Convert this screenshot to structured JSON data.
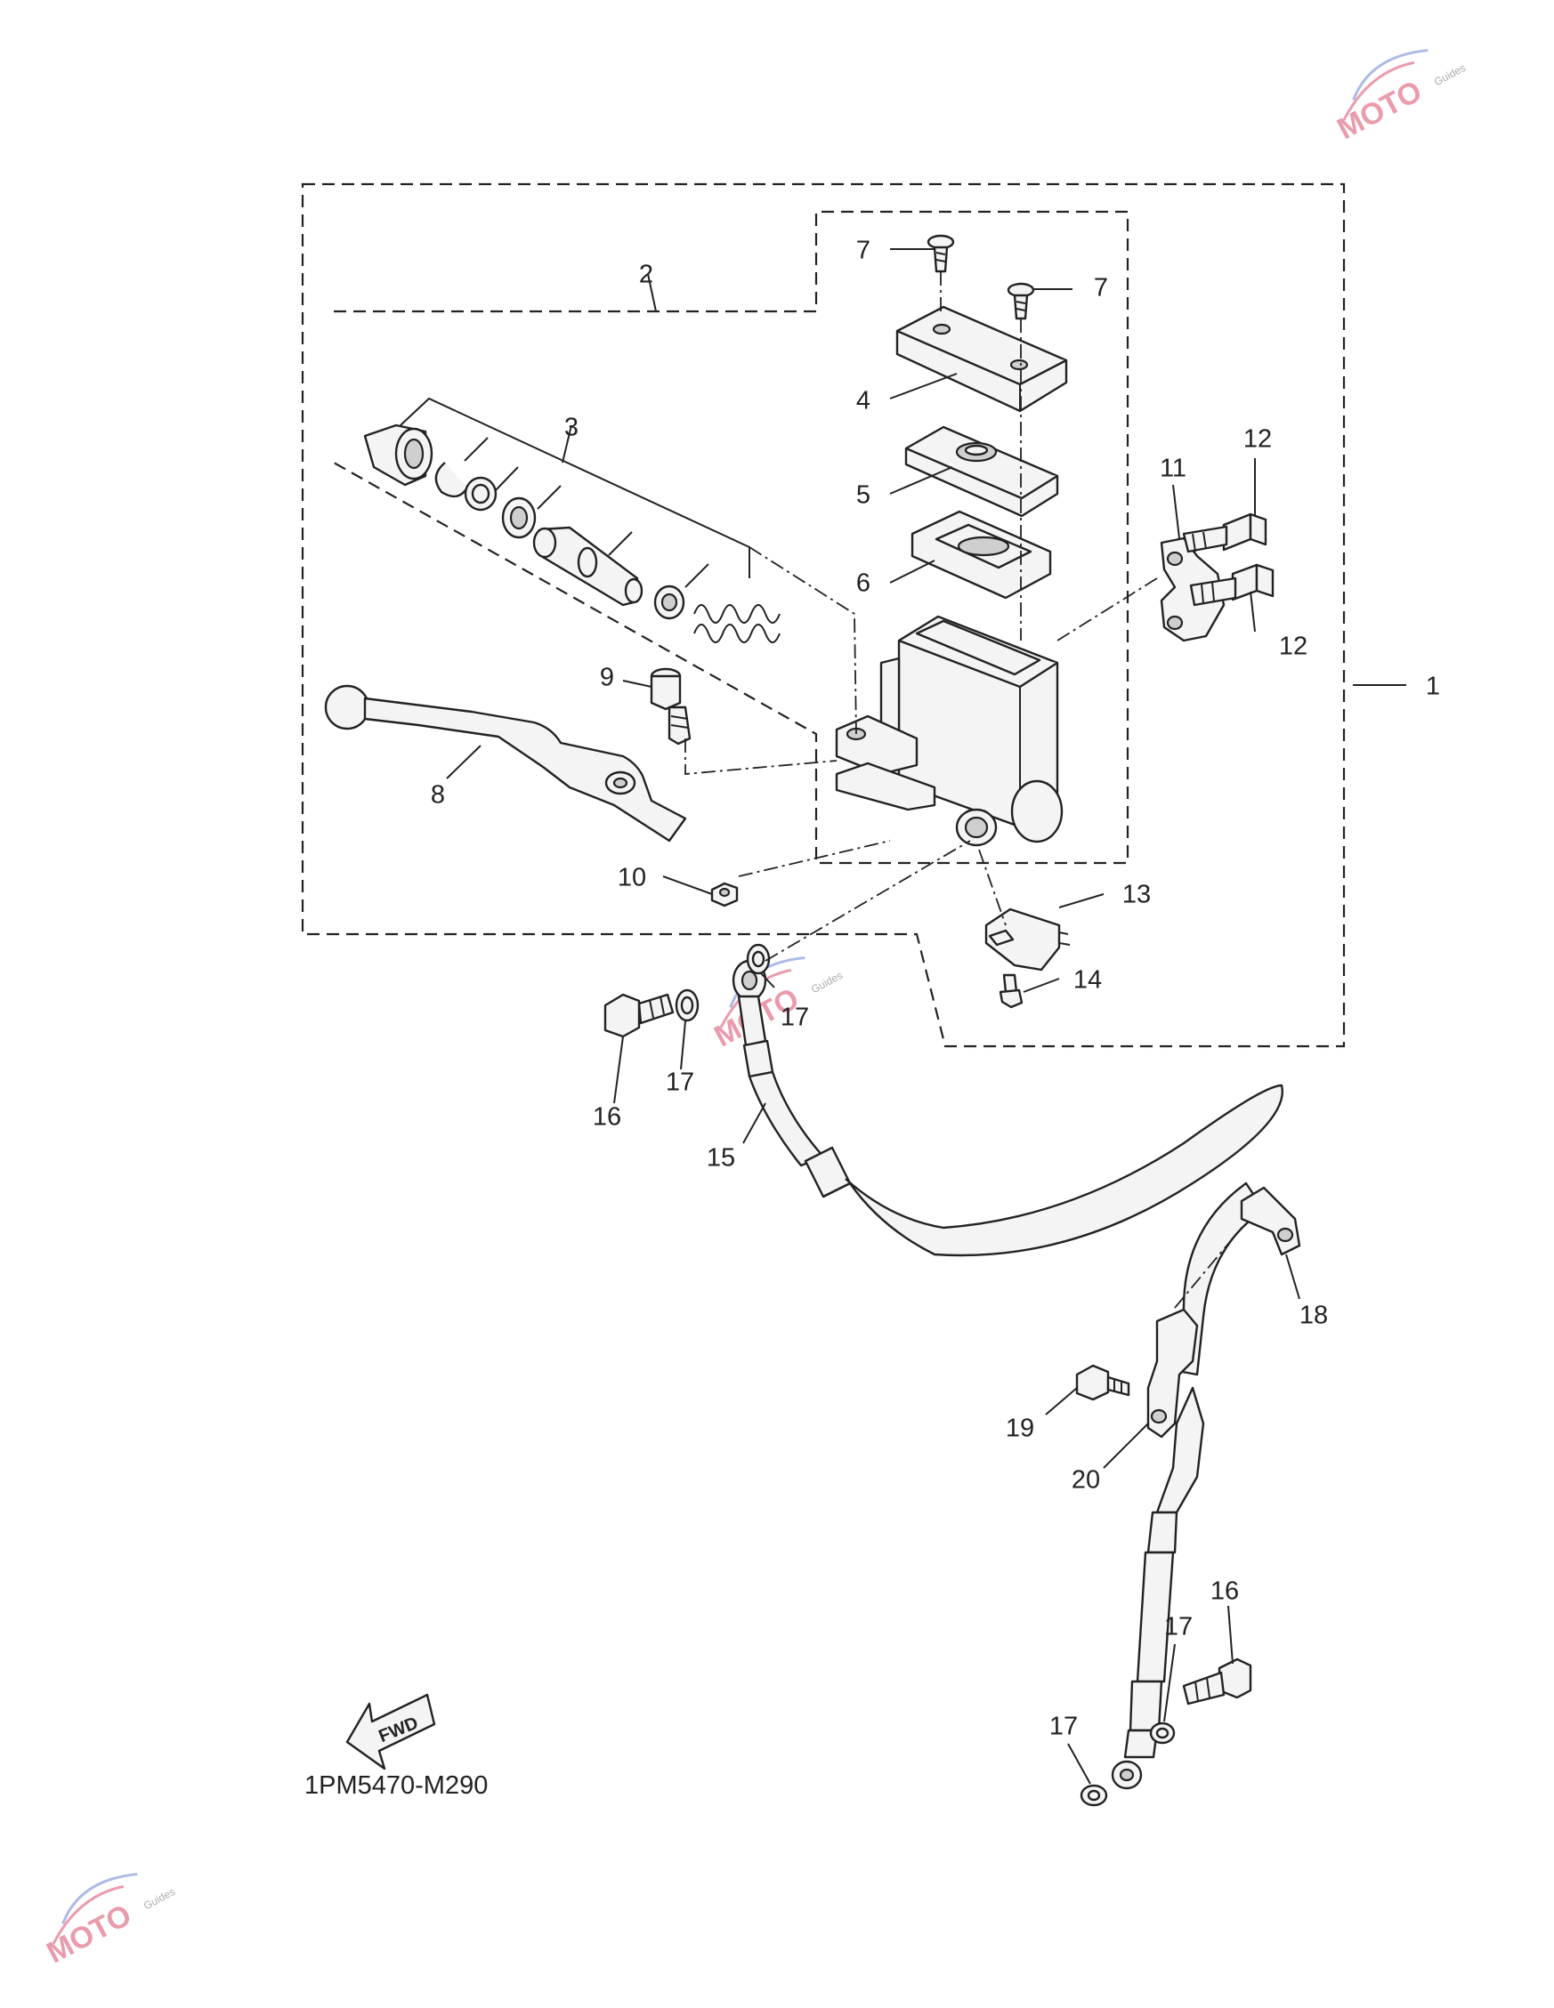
{
  "diagram_code": "1PM5470-M290",
  "fwd_badge": "FWD",
  "watermark": {
    "brand": "MOTO",
    "sub": "Guides"
  },
  "callouts": {
    "n1": "1",
    "n2": "2",
    "n3": "3",
    "n4": "4",
    "n5": "5",
    "n6": "6",
    "n7a": "7",
    "n7b": "7",
    "n8": "8",
    "n9": "9",
    "n10": "10",
    "n11": "11",
    "n12a": "12",
    "n12b": "12",
    "n13": "13",
    "n14": "14",
    "n15": "15",
    "n16a": "16",
    "n16b": "16",
    "n17a": "17",
    "n17b": "17",
    "n17c": "17",
    "n17d": "17",
    "n18": "18",
    "n19": "19",
    "n20": "20"
  }
}
